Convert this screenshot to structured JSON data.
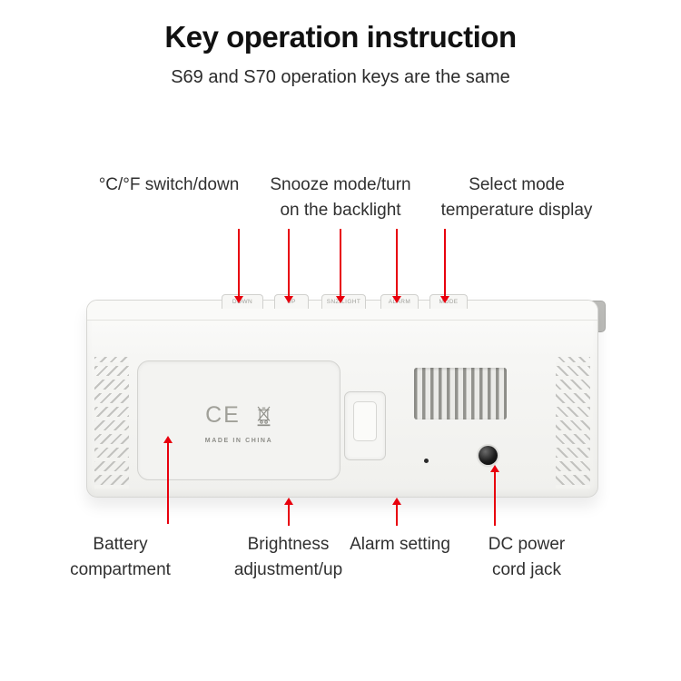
{
  "title": "Key operation instruction",
  "subtitle": "S69 and S70 operation keys are the same",
  "colors": {
    "arrow_red": "#e8000d"
  },
  "annotations": {
    "top": [
      {
        "line1": "°C/°F switch/down",
        "line2": ""
      },
      {
        "line1": "Snooze mode/turn",
        "line2": "on the backlight"
      },
      {
        "line1": "Select mode",
        "line2": "temperature display"
      }
    ],
    "bottom": [
      {
        "line1": "Battery",
        "line2": "compartment"
      },
      {
        "line1": "Brightness",
        "line2": "adjustment/up"
      },
      {
        "line1": "Alarm setting",
        "line2": ""
      },
      {
        "line1": "DC power",
        "line2": "cord jack"
      }
    ]
  },
  "device": {
    "buttons": [
      {
        "label": "DOWN"
      },
      {
        "label": "UP"
      },
      {
        "label": "SNZ/LIGHT"
      },
      {
        "label": "ALARM"
      },
      {
        "label": "MODE"
      }
    ],
    "battery_door": {
      "ce_mark": "CE",
      "made_in": "MADE IN CHINA"
    }
  }
}
